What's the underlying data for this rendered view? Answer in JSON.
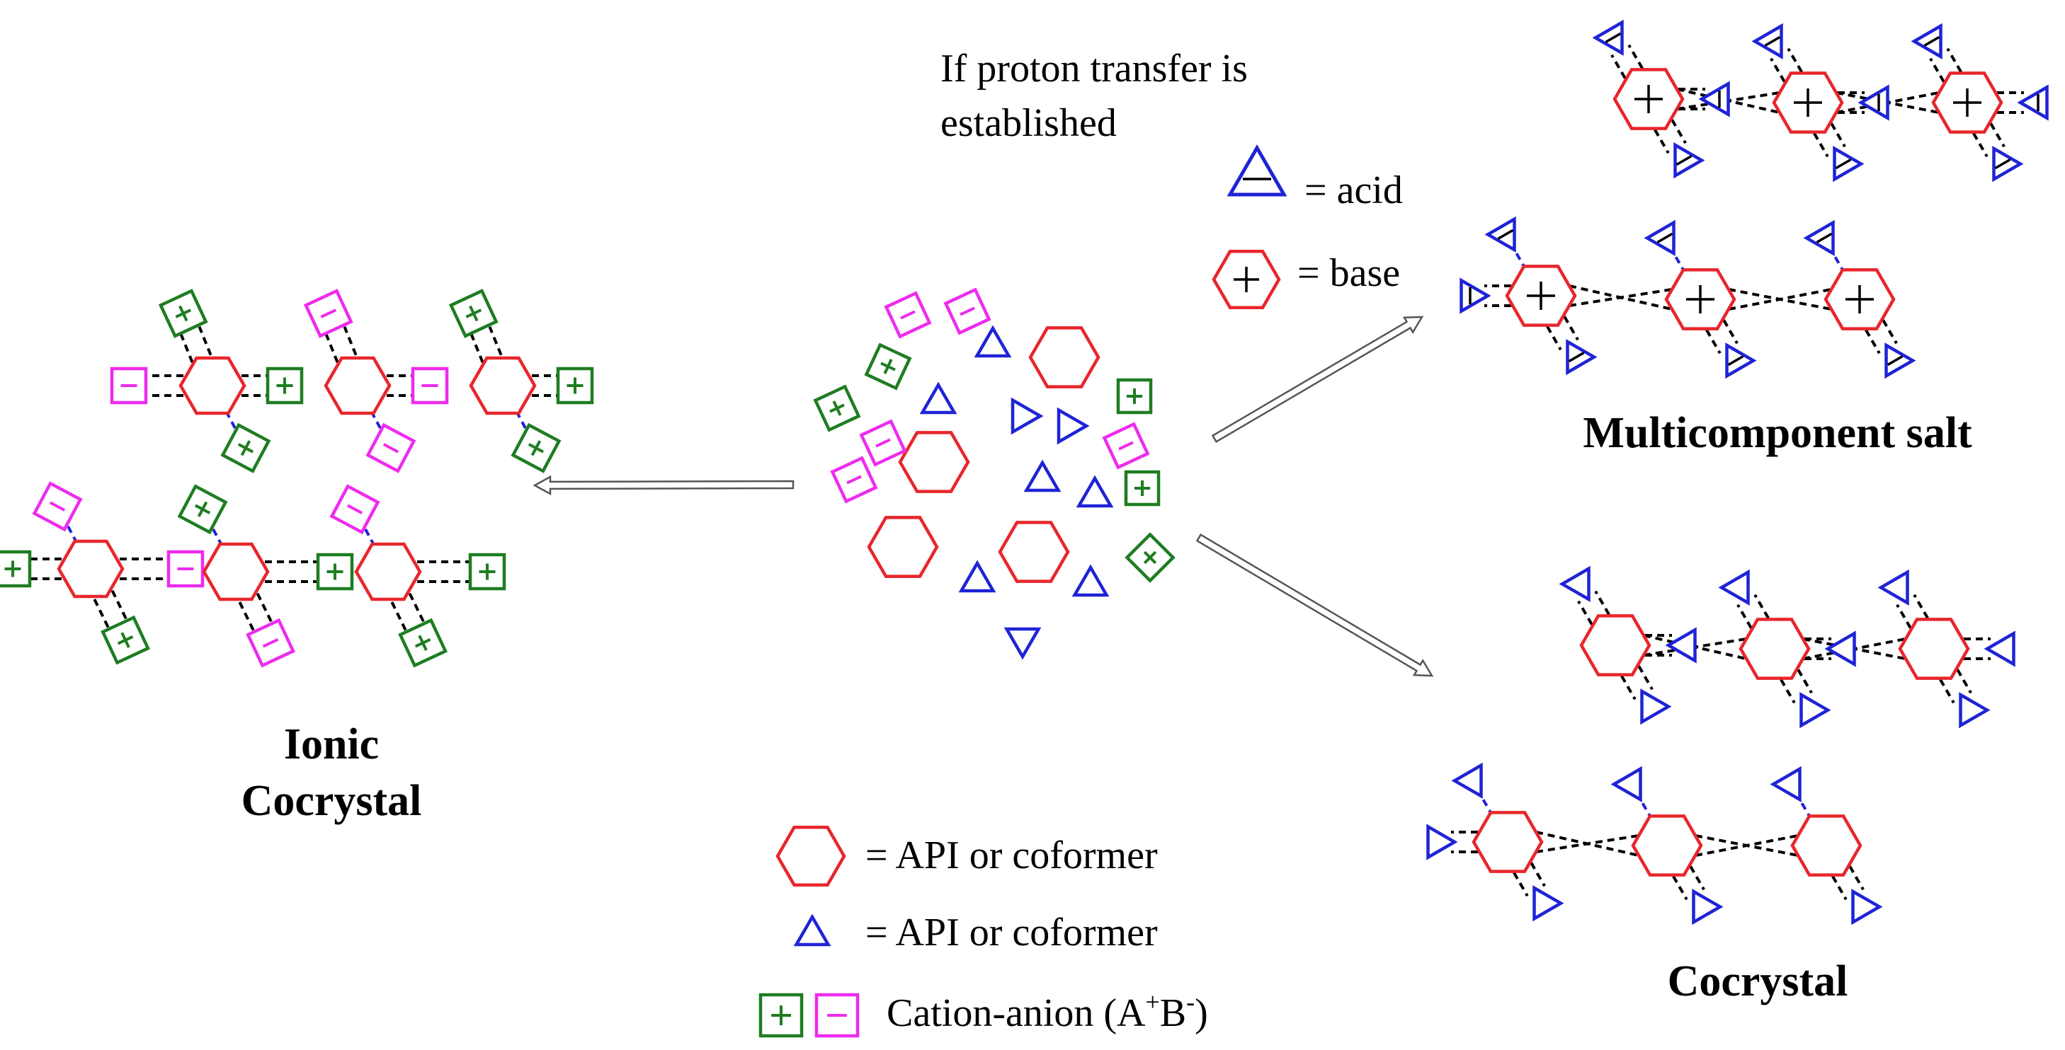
{
  "colors": {
    "hexagon": "#e8262b",
    "triangle": "#1f23d6",
    "cation": "#1e7d21",
    "anion": "#ee2bee",
    "bond": "#000000",
    "arrow": "#555555"
  },
  "labels": {
    "ionic_line1": "Ionic",
    "ionic_line2": "Cocrystal",
    "salt": "Multicomponent salt",
    "cocrystal": "Cocrystal",
    "proton_line1": "If proton transfer is",
    "proton_line2": "established"
  },
  "legend_top": {
    "acid": "= acid",
    "base": "= base",
    "minus_sign": "−",
    "plus_sign": "+"
  },
  "legend_bottom": {
    "hexagon_text": "= API or coformer",
    "triangle_text": "= API or coformer",
    "ions_text_prefix": "Cation-anion (A",
    "ions_sup_plus": "+",
    "ions_mid": "B",
    "ions_sup_minus": "-",
    "ions_suffix": ")"
  },
  "icons": {
    "hexagon": "hexagon-icon",
    "triangle": "triangle-icon",
    "cation": "plus-square-icon",
    "anion": "minus-square-icon",
    "arrow": "hollow-arrow-icon"
  }
}
